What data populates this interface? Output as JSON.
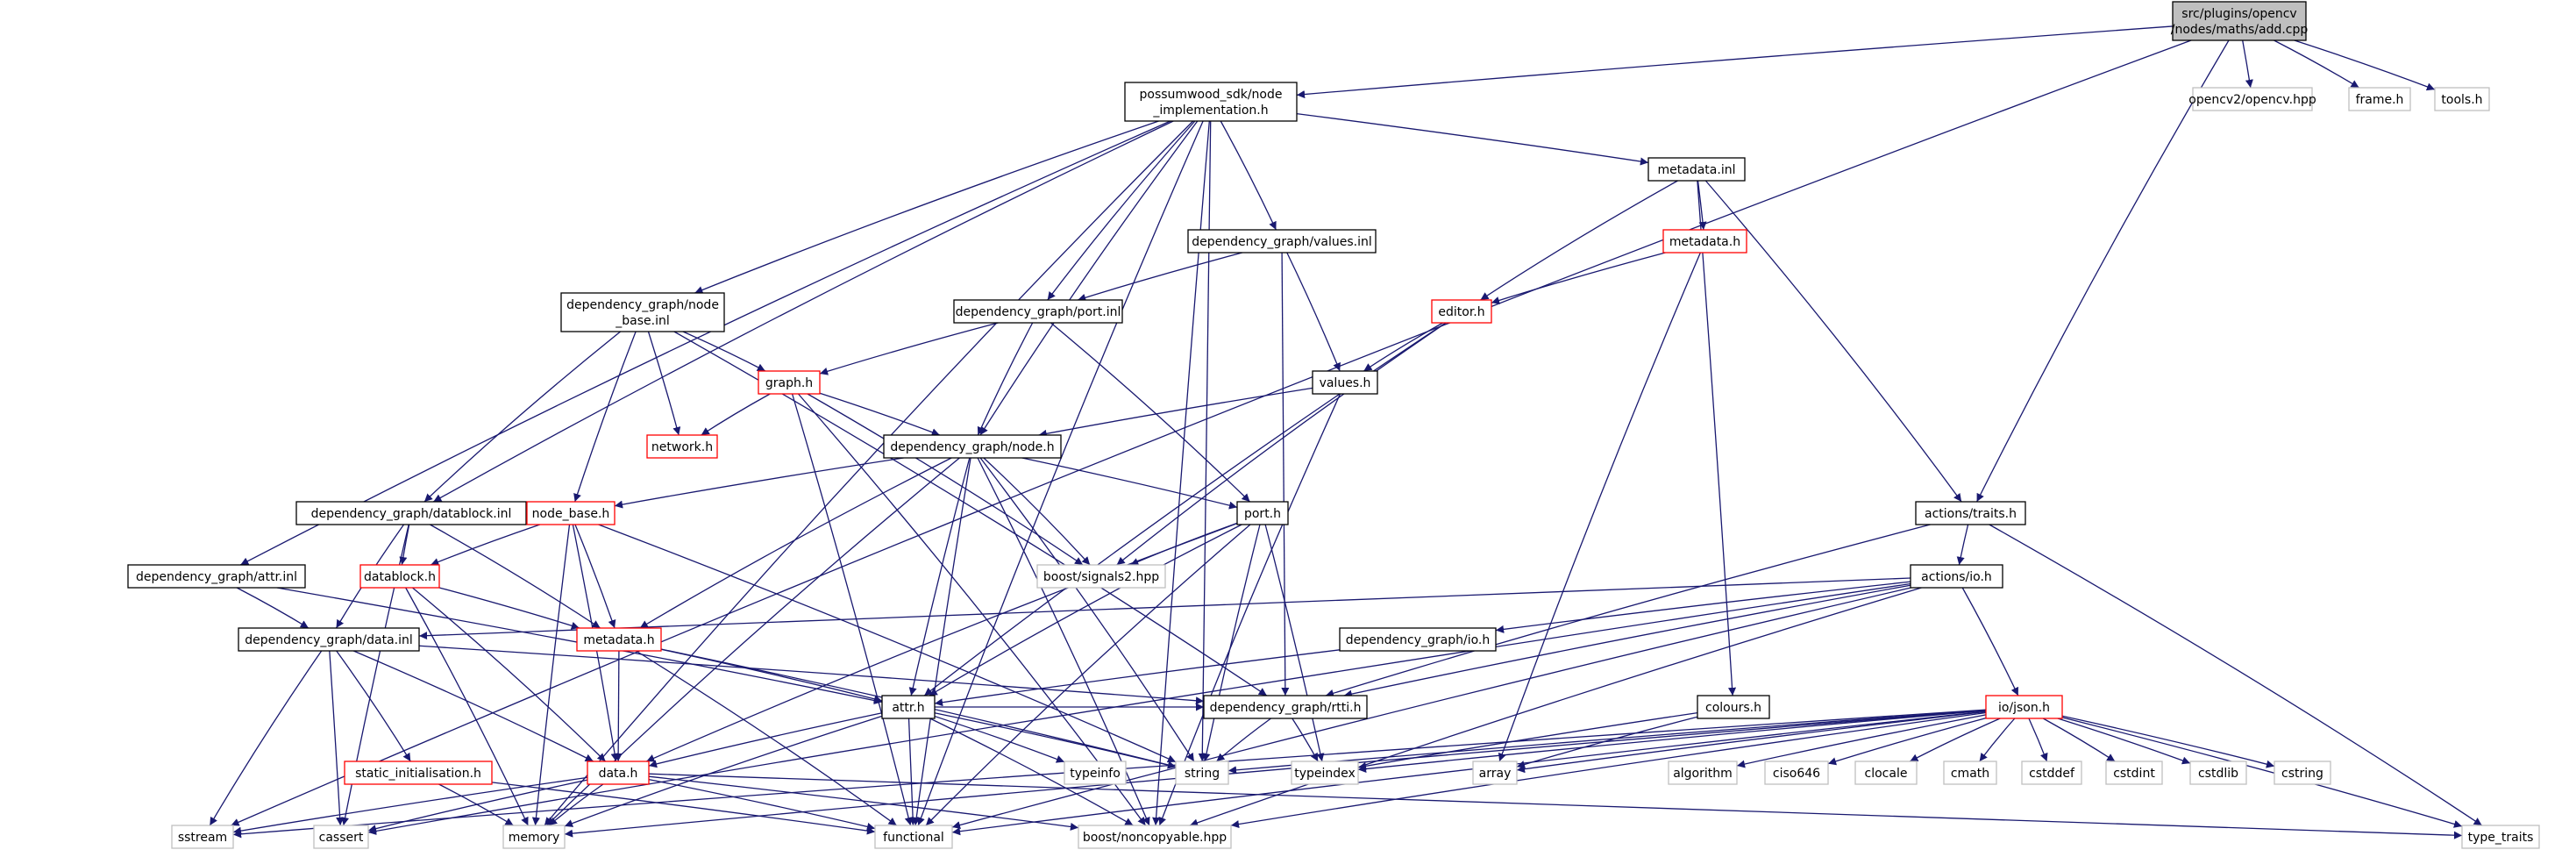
{
  "graph": {
    "nodes": [
      {
        "id": "add_cpp",
        "lines": [
          "src/plugins/opencv",
          "/nodes/maths/add.cpp"
        ],
        "style": "root"
      },
      {
        "id": "node_impl",
        "lines": [
          "possumwood_sdk/node",
          "_implementation.h"
        ],
        "style": "normal"
      },
      {
        "id": "opencv_hpp",
        "lines": [
          "opencv2/opencv.hpp"
        ],
        "style": "external"
      },
      {
        "id": "frame_h",
        "lines": [
          "frame.h"
        ],
        "style": "external"
      },
      {
        "id": "tools_h",
        "lines": [
          "tools.h"
        ],
        "style": "external"
      },
      {
        "id": "metadata_inl",
        "lines": [
          "metadata.inl"
        ],
        "style": "normal"
      },
      {
        "id": "values_inl",
        "lines": [
          "dependency_graph/values.inl"
        ],
        "style": "normal"
      },
      {
        "id": "metadata_h_top",
        "lines": [
          "metadata.h"
        ],
        "style": "truncated"
      },
      {
        "id": "node_base_inl",
        "lines": [
          "dependency_graph/node",
          "_base.inl"
        ],
        "style": "normal"
      },
      {
        "id": "port_inl",
        "lines": [
          "dependency_graph/port.inl"
        ],
        "style": "normal"
      },
      {
        "id": "editor_h",
        "lines": [
          "editor.h"
        ],
        "style": "truncated"
      },
      {
        "id": "graph_h",
        "lines": [
          "graph.h"
        ],
        "style": "truncated"
      },
      {
        "id": "values_h",
        "lines": [
          "values.h"
        ],
        "style": "normal"
      },
      {
        "id": "network_h",
        "lines": [
          "network.h"
        ],
        "style": "truncated"
      },
      {
        "id": "node_h",
        "lines": [
          "dependency_graph/node.h"
        ],
        "style": "normal"
      },
      {
        "id": "datablock_inl",
        "lines": [
          "dependency_graph/datablock.inl"
        ],
        "style": "normal"
      },
      {
        "id": "node_base_h",
        "lines": [
          "node_base.h"
        ],
        "style": "truncated"
      },
      {
        "id": "port_h",
        "lines": [
          "port.h"
        ],
        "style": "normal"
      },
      {
        "id": "traits_h",
        "lines": [
          "actions/traits.h"
        ],
        "style": "normal"
      },
      {
        "id": "attr_inl",
        "lines": [
          "dependency_graph/attr.inl"
        ],
        "style": "normal"
      },
      {
        "id": "datablock_h",
        "lines": [
          "datablock.h"
        ],
        "style": "truncated"
      },
      {
        "id": "signals2",
        "lines": [
          "boost/signals2.hpp"
        ],
        "style": "external"
      },
      {
        "id": "io_h",
        "lines": [
          "actions/io.h"
        ],
        "style": "normal"
      },
      {
        "id": "data_inl",
        "lines": [
          "dependency_graph/data.inl"
        ],
        "style": "normal"
      },
      {
        "id": "metadata_h",
        "lines": [
          "metadata.h"
        ],
        "style": "truncated"
      },
      {
        "id": "dg_io_h",
        "lines": [
          "dependency_graph/io.h"
        ],
        "style": "normal"
      },
      {
        "id": "attr_h",
        "lines": [
          "attr.h"
        ],
        "style": "normal"
      },
      {
        "id": "rtti_h",
        "lines": [
          "dependency_graph/rtti.h"
        ],
        "style": "normal"
      },
      {
        "id": "colours_h",
        "lines": [
          "colours.h"
        ],
        "style": "normal"
      },
      {
        "id": "json_h",
        "lines": [
          "io/json.h"
        ],
        "style": "truncated"
      },
      {
        "id": "static_init_h",
        "lines": [
          "static_initialisation.h"
        ],
        "style": "truncated"
      },
      {
        "id": "data_h",
        "lines": [
          "data.h"
        ],
        "style": "truncated"
      },
      {
        "id": "typeinfo",
        "lines": [
          "typeinfo"
        ],
        "style": "external"
      },
      {
        "id": "string",
        "lines": [
          "string"
        ],
        "style": "external"
      },
      {
        "id": "typeindex",
        "lines": [
          "typeindex"
        ],
        "style": "external"
      },
      {
        "id": "array",
        "lines": [
          "array"
        ],
        "style": "external"
      },
      {
        "id": "algorithm",
        "lines": [
          "algorithm"
        ],
        "style": "external"
      },
      {
        "id": "ciso646",
        "lines": [
          "ciso646"
        ],
        "style": "external"
      },
      {
        "id": "clocale",
        "lines": [
          "clocale"
        ],
        "style": "external"
      },
      {
        "id": "cmath",
        "lines": [
          "cmath"
        ],
        "style": "external"
      },
      {
        "id": "cstddef",
        "lines": [
          "cstddef"
        ],
        "style": "external"
      },
      {
        "id": "cstdint",
        "lines": [
          "cstdint"
        ],
        "style": "external"
      },
      {
        "id": "cstdlib",
        "lines": [
          "cstdlib"
        ],
        "style": "external"
      },
      {
        "id": "cstring",
        "lines": [
          "cstring"
        ],
        "style": "external"
      },
      {
        "id": "sstream",
        "lines": [
          "sstream"
        ],
        "style": "external"
      },
      {
        "id": "cassert",
        "lines": [
          "cassert"
        ],
        "style": "external"
      },
      {
        "id": "memory",
        "lines": [
          "memory"
        ],
        "style": "external"
      },
      {
        "id": "functional",
        "lines": [
          "functional"
        ],
        "style": "external"
      },
      {
        "id": "noncopyable",
        "lines": [
          "boost/noncopyable.hpp"
        ],
        "style": "external"
      },
      {
        "id": "type_traits",
        "lines": [
          "type_traits"
        ],
        "style": "external"
      }
    ],
    "edges": [
      [
        "add_cpp",
        "node_impl"
      ],
      [
        "add_cpp",
        "opencv_hpp"
      ],
      [
        "add_cpp",
        "frame_h"
      ],
      [
        "add_cpp",
        "tools_h"
      ],
      [
        "add_cpp",
        "traits_h"
      ],
      [
        "add_cpp",
        "sstream"
      ],
      [
        "node_impl",
        "metadata_inl"
      ],
      [
        "node_impl",
        "values_inl"
      ],
      [
        "node_impl",
        "node_base_inl"
      ],
      [
        "node_impl",
        "port_inl"
      ],
      [
        "node_impl",
        "node_h"
      ],
      [
        "node_impl",
        "datablock_inl"
      ],
      [
        "node_impl",
        "attr_inl"
      ],
      [
        "node_impl",
        "memory"
      ],
      [
        "node_impl",
        "noncopyable"
      ],
      [
        "node_impl",
        "functional"
      ],
      [
        "node_impl",
        "string"
      ],
      [
        "metadata_inl",
        "metadata_h_top"
      ],
      [
        "metadata_inl",
        "editor_h"
      ],
      [
        "metadata_inl",
        "traits_h"
      ],
      [
        "metadata_inl",
        "colours_h"
      ],
      [
        "metadata_h_top",
        "editor_h"
      ],
      [
        "metadata_h_top",
        "array"
      ],
      [
        "values_inl",
        "port_inl"
      ],
      [
        "values_inl",
        "values_h"
      ],
      [
        "values_inl",
        "rtti_h"
      ],
      [
        "node_base_inl",
        "graph_h"
      ],
      [
        "node_base_inl",
        "network_h"
      ],
      [
        "node_base_inl",
        "node_base_h"
      ],
      [
        "node_base_inl",
        "datablock_inl"
      ],
      [
        "node_base_inl",
        "rtti_h"
      ],
      [
        "port_inl",
        "graph_h"
      ],
      [
        "port_inl",
        "node_h"
      ],
      [
        "port_inl",
        "port_h"
      ],
      [
        "editor_h",
        "values_h"
      ],
      [
        "editor_h",
        "signals2"
      ],
      [
        "editor_h",
        "attr_h"
      ],
      [
        "graph_h",
        "network_h"
      ],
      [
        "graph_h",
        "node_h"
      ],
      [
        "graph_h",
        "signals2"
      ],
      [
        "graph_h",
        "functional"
      ],
      [
        "graph_h",
        "noncopyable"
      ],
      [
        "values_h",
        "node_h"
      ],
      [
        "values_h",
        "noncopyable"
      ],
      [
        "node_h",
        "node_base_h"
      ],
      [
        "node_h",
        "port_h"
      ],
      [
        "node_h",
        "signals2"
      ],
      [
        "node_h",
        "metadata_h"
      ],
      [
        "node_h",
        "attr_h"
      ],
      [
        "node_h",
        "memory"
      ],
      [
        "node_h",
        "functional"
      ],
      [
        "node_h",
        "noncopyable"
      ],
      [
        "node_h",
        "string"
      ],
      [
        "datablock_inl",
        "datablock_h"
      ],
      [
        "datablock_inl",
        "metadata_h"
      ],
      [
        "datablock_inl",
        "data_inl"
      ],
      [
        "datablock_inl",
        "cassert"
      ],
      [
        "node_base_h",
        "datablock_h"
      ],
      [
        "node_base_h",
        "metadata_h"
      ],
      [
        "node_base_h",
        "data_h"
      ],
      [
        "node_base_h",
        "memory"
      ],
      [
        "node_base_h",
        "string"
      ],
      [
        "port_h",
        "signals2"
      ],
      [
        "port_h",
        "attr_h"
      ],
      [
        "port_h",
        "string"
      ],
      [
        "port_h",
        "typeindex"
      ],
      [
        "port_h",
        "functional"
      ],
      [
        "port_h",
        "data_h"
      ],
      [
        "traits_h",
        "io_h"
      ],
      [
        "traits_h",
        "rtti_h"
      ],
      [
        "traits_h",
        "type_traits"
      ],
      [
        "attr_inl",
        "data_inl"
      ],
      [
        "attr_inl",
        "attr_h"
      ],
      [
        "datablock_h",
        "metadata_h"
      ],
      [
        "datablock_h",
        "data_h"
      ],
      [
        "datablock_h",
        "memory"
      ],
      [
        "io_h",
        "data_inl"
      ],
      [
        "io_h",
        "dg_io_h"
      ],
      [
        "io_h",
        "rtti_h"
      ],
      [
        "io_h",
        "json_h"
      ],
      [
        "io_h",
        "functional"
      ],
      [
        "io_h",
        "noncopyable"
      ],
      [
        "io_h",
        "cassert"
      ],
      [
        "data_inl",
        "rtti_h"
      ],
      [
        "data_inl",
        "static_init_h"
      ],
      [
        "data_inl",
        "data_h"
      ],
      [
        "data_inl",
        "sstream"
      ],
      [
        "data_inl",
        "cassert"
      ],
      [
        "metadata_h",
        "attr_h"
      ],
      [
        "metadata_h",
        "data_h"
      ],
      [
        "metadata_h",
        "functional"
      ],
      [
        "metadata_h",
        "string"
      ],
      [
        "dg_io_h",
        "attr_h"
      ],
      [
        "attr_h",
        "data_h"
      ],
      [
        "attr_h",
        "rtti_h"
      ],
      [
        "attr_h",
        "typeinfo"
      ],
      [
        "attr_h",
        "string"
      ],
      [
        "attr_h",
        "memory"
      ],
      [
        "attr_h",
        "functional"
      ],
      [
        "attr_h",
        "noncopyable"
      ],
      [
        "rtti_h",
        "string"
      ],
      [
        "rtti_h",
        "typeindex"
      ],
      [
        "colours_h",
        "array"
      ],
      [
        "colours_h",
        "typeindex"
      ],
      [
        "json_h",
        "string"
      ],
      [
        "json_h",
        "typeindex"
      ],
      [
        "json_h",
        "array"
      ],
      [
        "json_h",
        "algorithm"
      ],
      [
        "json_h",
        "ciso646"
      ],
      [
        "json_h",
        "clocale"
      ],
      [
        "json_h",
        "cmath"
      ],
      [
        "json_h",
        "cstddef"
      ],
      [
        "json_h",
        "cstdint"
      ],
      [
        "json_h",
        "cstdlib"
      ],
      [
        "json_h",
        "cstring"
      ],
      [
        "json_h",
        "memory"
      ],
      [
        "json_h",
        "functional"
      ],
      [
        "json_h",
        "noncopyable"
      ],
      [
        "json_h",
        "type_traits"
      ],
      [
        "json_h",
        "sstream"
      ],
      [
        "static_init_h",
        "memory"
      ],
      [
        "static_init_h",
        "functional"
      ],
      [
        "data_h",
        "sstream"
      ],
      [
        "data_h",
        "cassert"
      ],
      [
        "data_h",
        "memory"
      ],
      [
        "data_h",
        "functional"
      ],
      [
        "data_h",
        "noncopyable"
      ],
      [
        "data_h",
        "type_traits"
      ]
    ]
  }
}
